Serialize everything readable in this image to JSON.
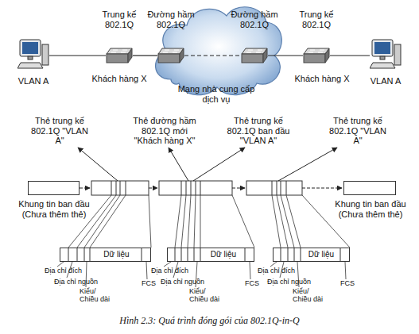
{
  "diagram": {
    "caption": "Hình 2.3: Quá trình đóng gói của 802.1Q-in-Q",
    "nodes": [
      {
        "text": [
          "VLAN A"
        ]
      },
      {
        "text": [
          "Trung kế 802.1Q"
        ]
      },
      {
        "text": [
          "Mạng nhà cung cấp dịch vụ"
        ]
      },
      {
        "text": [
          "Đường hầm 802.1Q"
        ],
        "in": 2
      },
      {
        "text": [
          "Đường hầm 802.1Q"
        ],
        "in": 2
      },
      {
        "text": [
          "Trung kế 802.1Q"
        ]
      },
      {
        "text": [
          "VLAN A"
        ]
      },
      {
        "text": [
          "Khung tin ban đầu (Chưa thêm thẻ)"
        ]
      },
      {
        "text": [
          "Khung tin ban đầu (Chưa thêm thẻ)"
        ]
      },
      {
        "text": [
          "Dữ liệu"
        ]
      },
      {
        "text": [
          "Dữ liệu"
        ]
      },
      {
        "text": [
          "Dữ liệu"
        ]
      }
    ],
    "edges": [
      {
        "from": 0,
        "to": 1,
        "arrow": "none"
      },
      {
        "from": 1,
        "to": 3,
        "arrow": "none"
      },
      {
        "from": 3,
        "to": 4,
        "arrow": "none"
      },
      {
        "from": 4,
        "to": 5,
        "arrow": "none"
      },
      {
        "from": 5,
        "to": 6,
        "arrow": "none"
      }
    ],
    "labels": [
      "Khách hàng X",
      "Khách hàng X",
      "Thẻ trung kế 802.1Q \"VLAN A\"",
      "Thẻ đường hầm 802.1Q mới \"Khách hàng X\"",
      "Thẻ trung kế 802.1Q ban đầu \"VLAN A\"",
      "Thẻ trung kế 802.1Q \"VLAN A\"",
      "Địa chỉ đích",
      "Địa chỉ nguồn",
      "Kiểu/ Chiều dài",
      "FCS",
      "Địa chỉ đích",
      "Địa chỉ nguồn",
      "Kiểu/ Chiều dài",
      "FCS",
      "Địa chỉ đích",
      "Địa chỉ nguồn",
      "Kiểu/ Chiều dài",
      "FCS"
    ]
  }
}
